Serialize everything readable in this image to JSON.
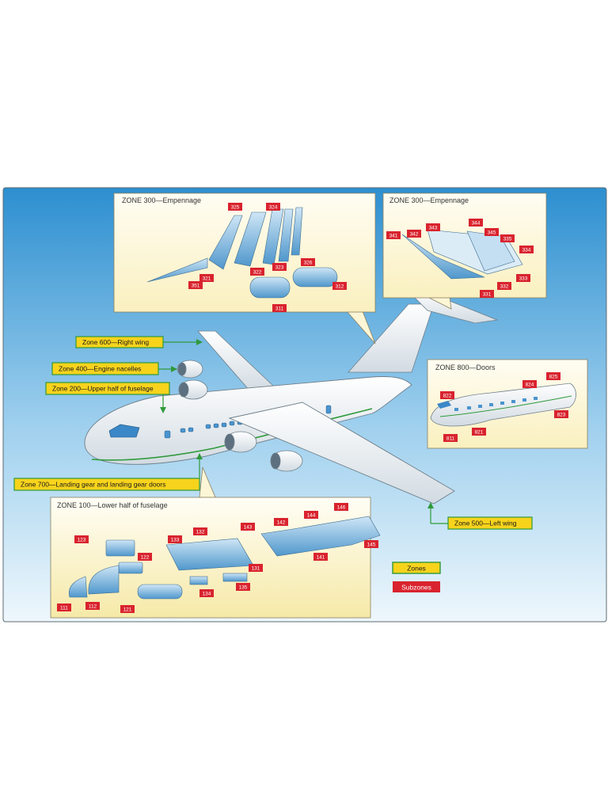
{
  "colors": {
    "zone_fill": "#f7d31c",
    "zone_stroke": "#2f9a3a",
    "subzone_fill": "#d9232e",
    "panel_fill": "#fdf6d6",
    "parts_blue": "#8fc3e4",
    "sky_top": "#2d8fd0",
    "sky_bottom": "#e6f3fb"
  },
  "panels": {
    "empennage_a": {
      "title": "ZONE 300—Empennage"
    },
    "empennage_b": {
      "title": "ZONE 300—Empennage"
    },
    "doors": {
      "title": "ZONE 800—Doors"
    },
    "lower_fuselage": {
      "title": "ZONE 100—Lower half of fuselage"
    }
  },
  "zones": {
    "z600": "Zone 600—Right wing",
    "z400": "Zone 400—Engine nacelles",
    "z200": "Zone 200—Upper half of fuselage",
    "z700": "Zone 700—Landing gear and landing gear doors",
    "z500": "Zone 500—Left wing"
  },
  "legend": {
    "zones": "Zones",
    "subzones": "Subzones"
  },
  "subzones": {
    "empennage_a": [
      "325",
      "324",
      "326",
      "322",
      "323",
      "321",
      "351",
      "312",
      "311"
    ],
    "empennage_b": [
      "343",
      "344",
      "342",
      "345",
      "341",
      "335",
      "334",
      "333",
      "332",
      "331"
    ],
    "doors": [
      "824",
      "825",
      "822",
      "823",
      "821",
      "811"
    ],
    "lower_fuselage": [
      "123",
      "122",
      "133",
      "132",
      "143",
      "142",
      "144",
      "146",
      "145",
      "141",
      "131",
      "134",
      "135",
      "111",
      "112",
      "121"
    ]
  }
}
